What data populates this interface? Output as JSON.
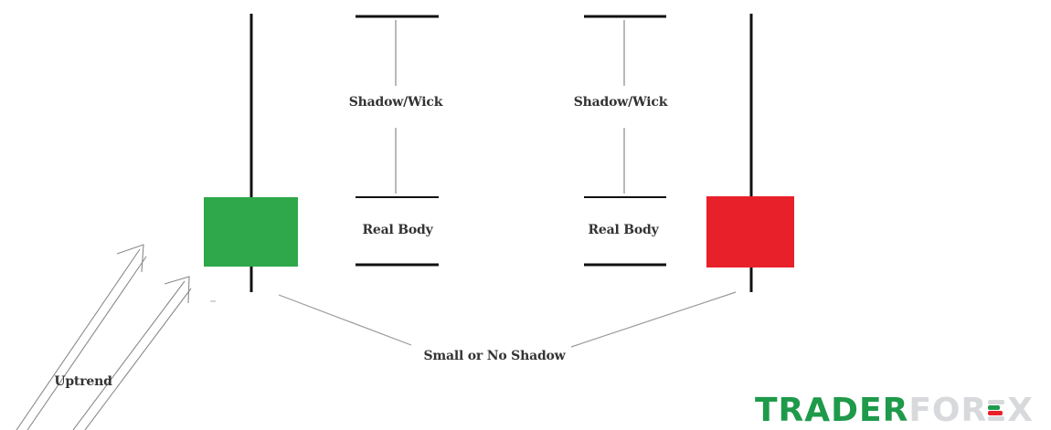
{
  "colors": {
    "bullish_body": "#2ea84a",
    "bearish_body": "#e8202a",
    "wick": "#111111",
    "guide": "#9a9a9a",
    "brand_primary": "#1e9a4a",
    "brand_secondary": "#d7d9dc"
  },
  "labels": {
    "shadow_wick_left": "Shadow/Wick",
    "shadow_wick_right": "Shadow/Wick",
    "real_body_left": "Real Body",
    "real_body_right": "Real Body",
    "small_or_no_shadow": "Small or No Shadow",
    "uptrend": "Uptrend"
  },
  "brand": {
    "part1": "TRADER",
    "part2": "FOR",
    "part3": "X"
  },
  "icons": {
    "bullish_candle": "bullish-candle-icon",
    "bearish_candle": "bearish-candle-icon",
    "uptrend_arrows": "uptrend-arrow-icon",
    "brand_e_mark": "striped-e-icon"
  }
}
